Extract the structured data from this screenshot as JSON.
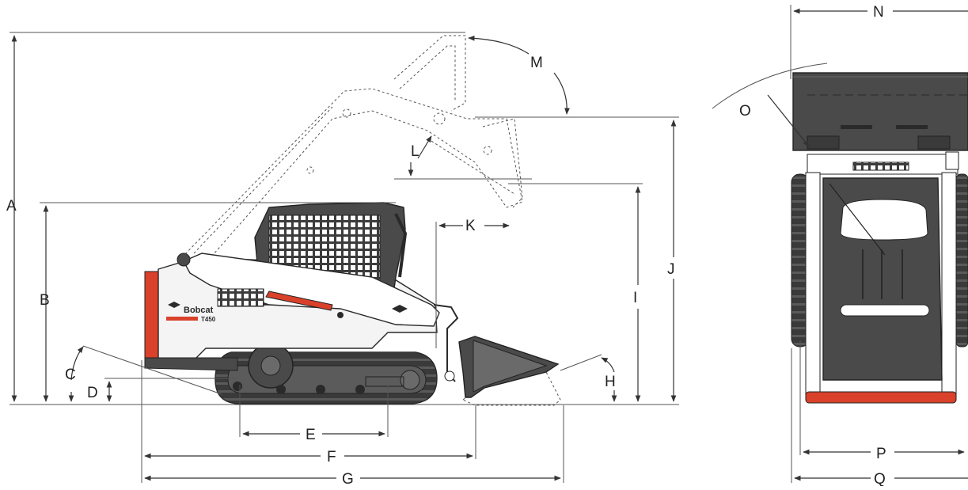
{
  "brand": {
    "name": "Bobcat",
    "model": "T450"
  },
  "colors": {
    "accent": "#d9412b",
    "body": "#4a4a4a",
    "light": "#f4f4f4",
    "dark": "#2a2a2a"
  },
  "side_view": {
    "labels": {
      "A": "A",
      "B": "B",
      "C": "C",
      "D": "D",
      "E": "E",
      "F": "F",
      "G": "G",
      "H": "H",
      "I": "I",
      "J": "J",
      "K": "K",
      "L": "L",
      "M": "M"
    }
  },
  "top_view": {
    "labels": {
      "N": "N",
      "O": "O",
      "P": "P",
      "Q": "Q"
    }
  }
}
